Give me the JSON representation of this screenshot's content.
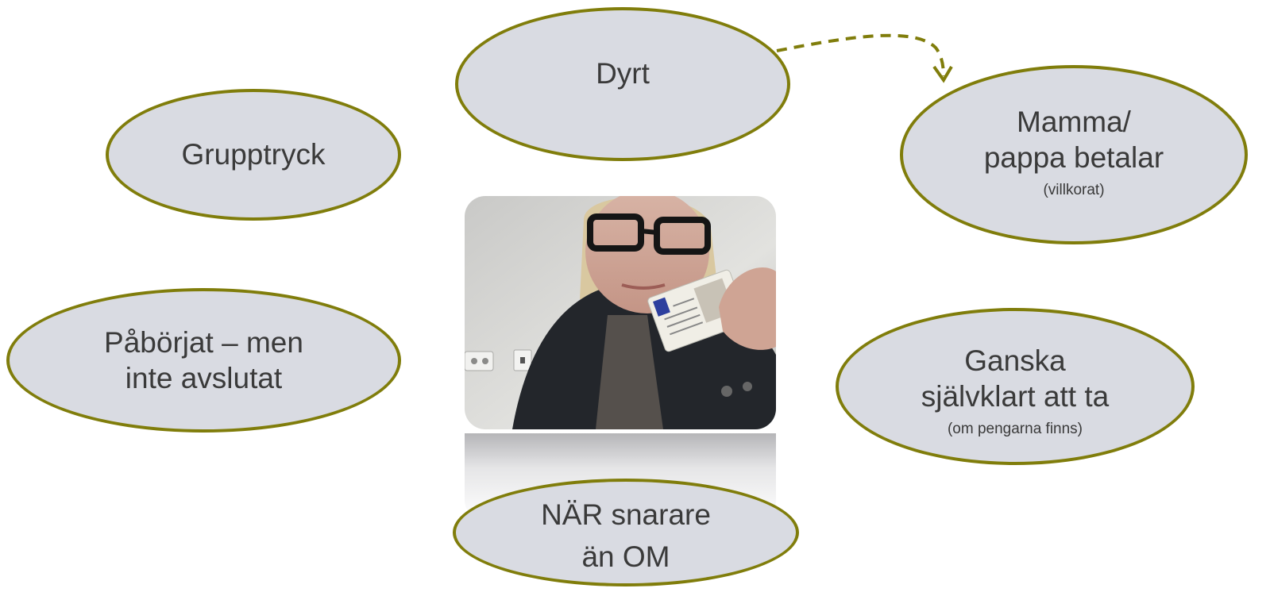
{
  "bubbles": {
    "dyrt": {
      "title": "Dyrt"
    },
    "grupptryck": {
      "title": "Grupptryck"
    },
    "mamma": {
      "title_line1": "Mamma/",
      "title_line2": "pappa betalar",
      "note": "(villkorat)"
    },
    "paborjat": {
      "title_line1": "Påbörjat – men",
      "title_line2": "inte avslutat"
    },
    "ganska": {
      "title_line1": "Ganska",
      "title_line2": "självklart att ta",
      "note": "(om pengarna finns)"
    },
    "nar": {
      "title_line1": "NÄR snarare",
      "title_line2": "än OM"
    }
  },
  "colors": {
    "bubble_fill": "#d9dbe2",
    "bubble_border": "#807d0b",
    "text": "#3a3a3a"
  },
  "photo": {
    "subject": "person-holding-driving-license"
  }
}
